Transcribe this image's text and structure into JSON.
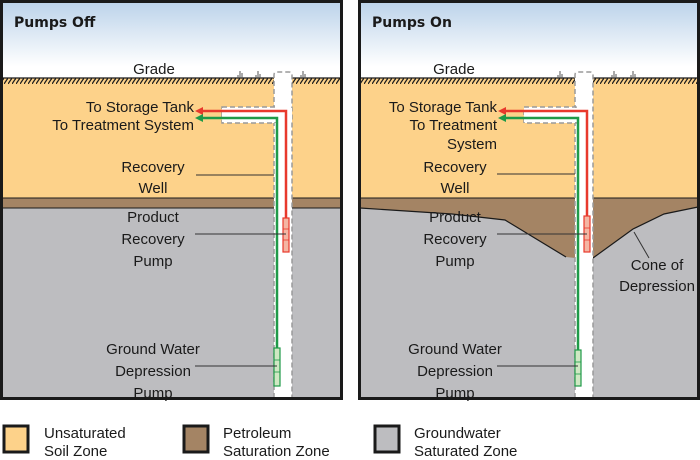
{
  "colors": {
    "sky_top": "#bcd3ea",
    "sky_bottom": "#ffffff",
    "unsaturated_soil": "#fdd28a",
    "petroleum": "#a48464",
    "groundwater": "#bdbdc0",
    "border": "#1a1a1a",
    "product_line": "#e8392c",
    "water_line": "#1f9a48",
    "casing_dash": "#9a9a9a",
    "leader_line": "#333333"
  },
  "panels": [
    {
      "id": "pumps-off",
      "title": "Pumps Off",
      "labels": {
        "grade": "Grade",
        "storage": "To Storage Tank",
        "treatment": [
          "To Treatment System"
        ],
        "recovery_well": [
          "Recovery",
          "Well"
        ],
        "product_pump": [
          "Product",
          "Recovery",
          "Pump"
        ],
        "gw_pump": [
          "Ground Water",
          "Depression",
          "Pump"
        ]
      },
      "cone_of_depression": false
    },
    {
      "id": "pumps-on",
      "title": "Pumps On",
      "labels": {
        "grade": "Grade",
        "storage": "To Storage Tank",
        "treatment": [
          "To Treatment",
          "System"
        ],
        "recovery_well": [
          "Recovery",
          "Well"
        ],
        "product_pump": [
          "Product",
          "Recovery",
          "Pump"
        ],
        "gw_pump": [
          "Ground Water",
          "Depression",
          "Pump"
        ],
        "cone": [
          "Cone of",
          "Depression"
        ]
      },
      "cone_of_depression": true
    }
  ],
  "legend": [
    {
      "key": "unsaturated",
      "lines": [
        "Unsaturated",
        "Soil Zone"
      ],
      "color": "#fdd28a"
    },
    {
      "key": "petroleum",
      "lines": [
        "Petroleum",
        "Saturation Zone"
      ],
      "color": "#a48464"
    },
    {
      "key": "groundwater",
      "lines": [
        "Groundwater",
        "Saturated Zone"
      ],
      "color": "#bdbdc0"
    }
  ]
}
